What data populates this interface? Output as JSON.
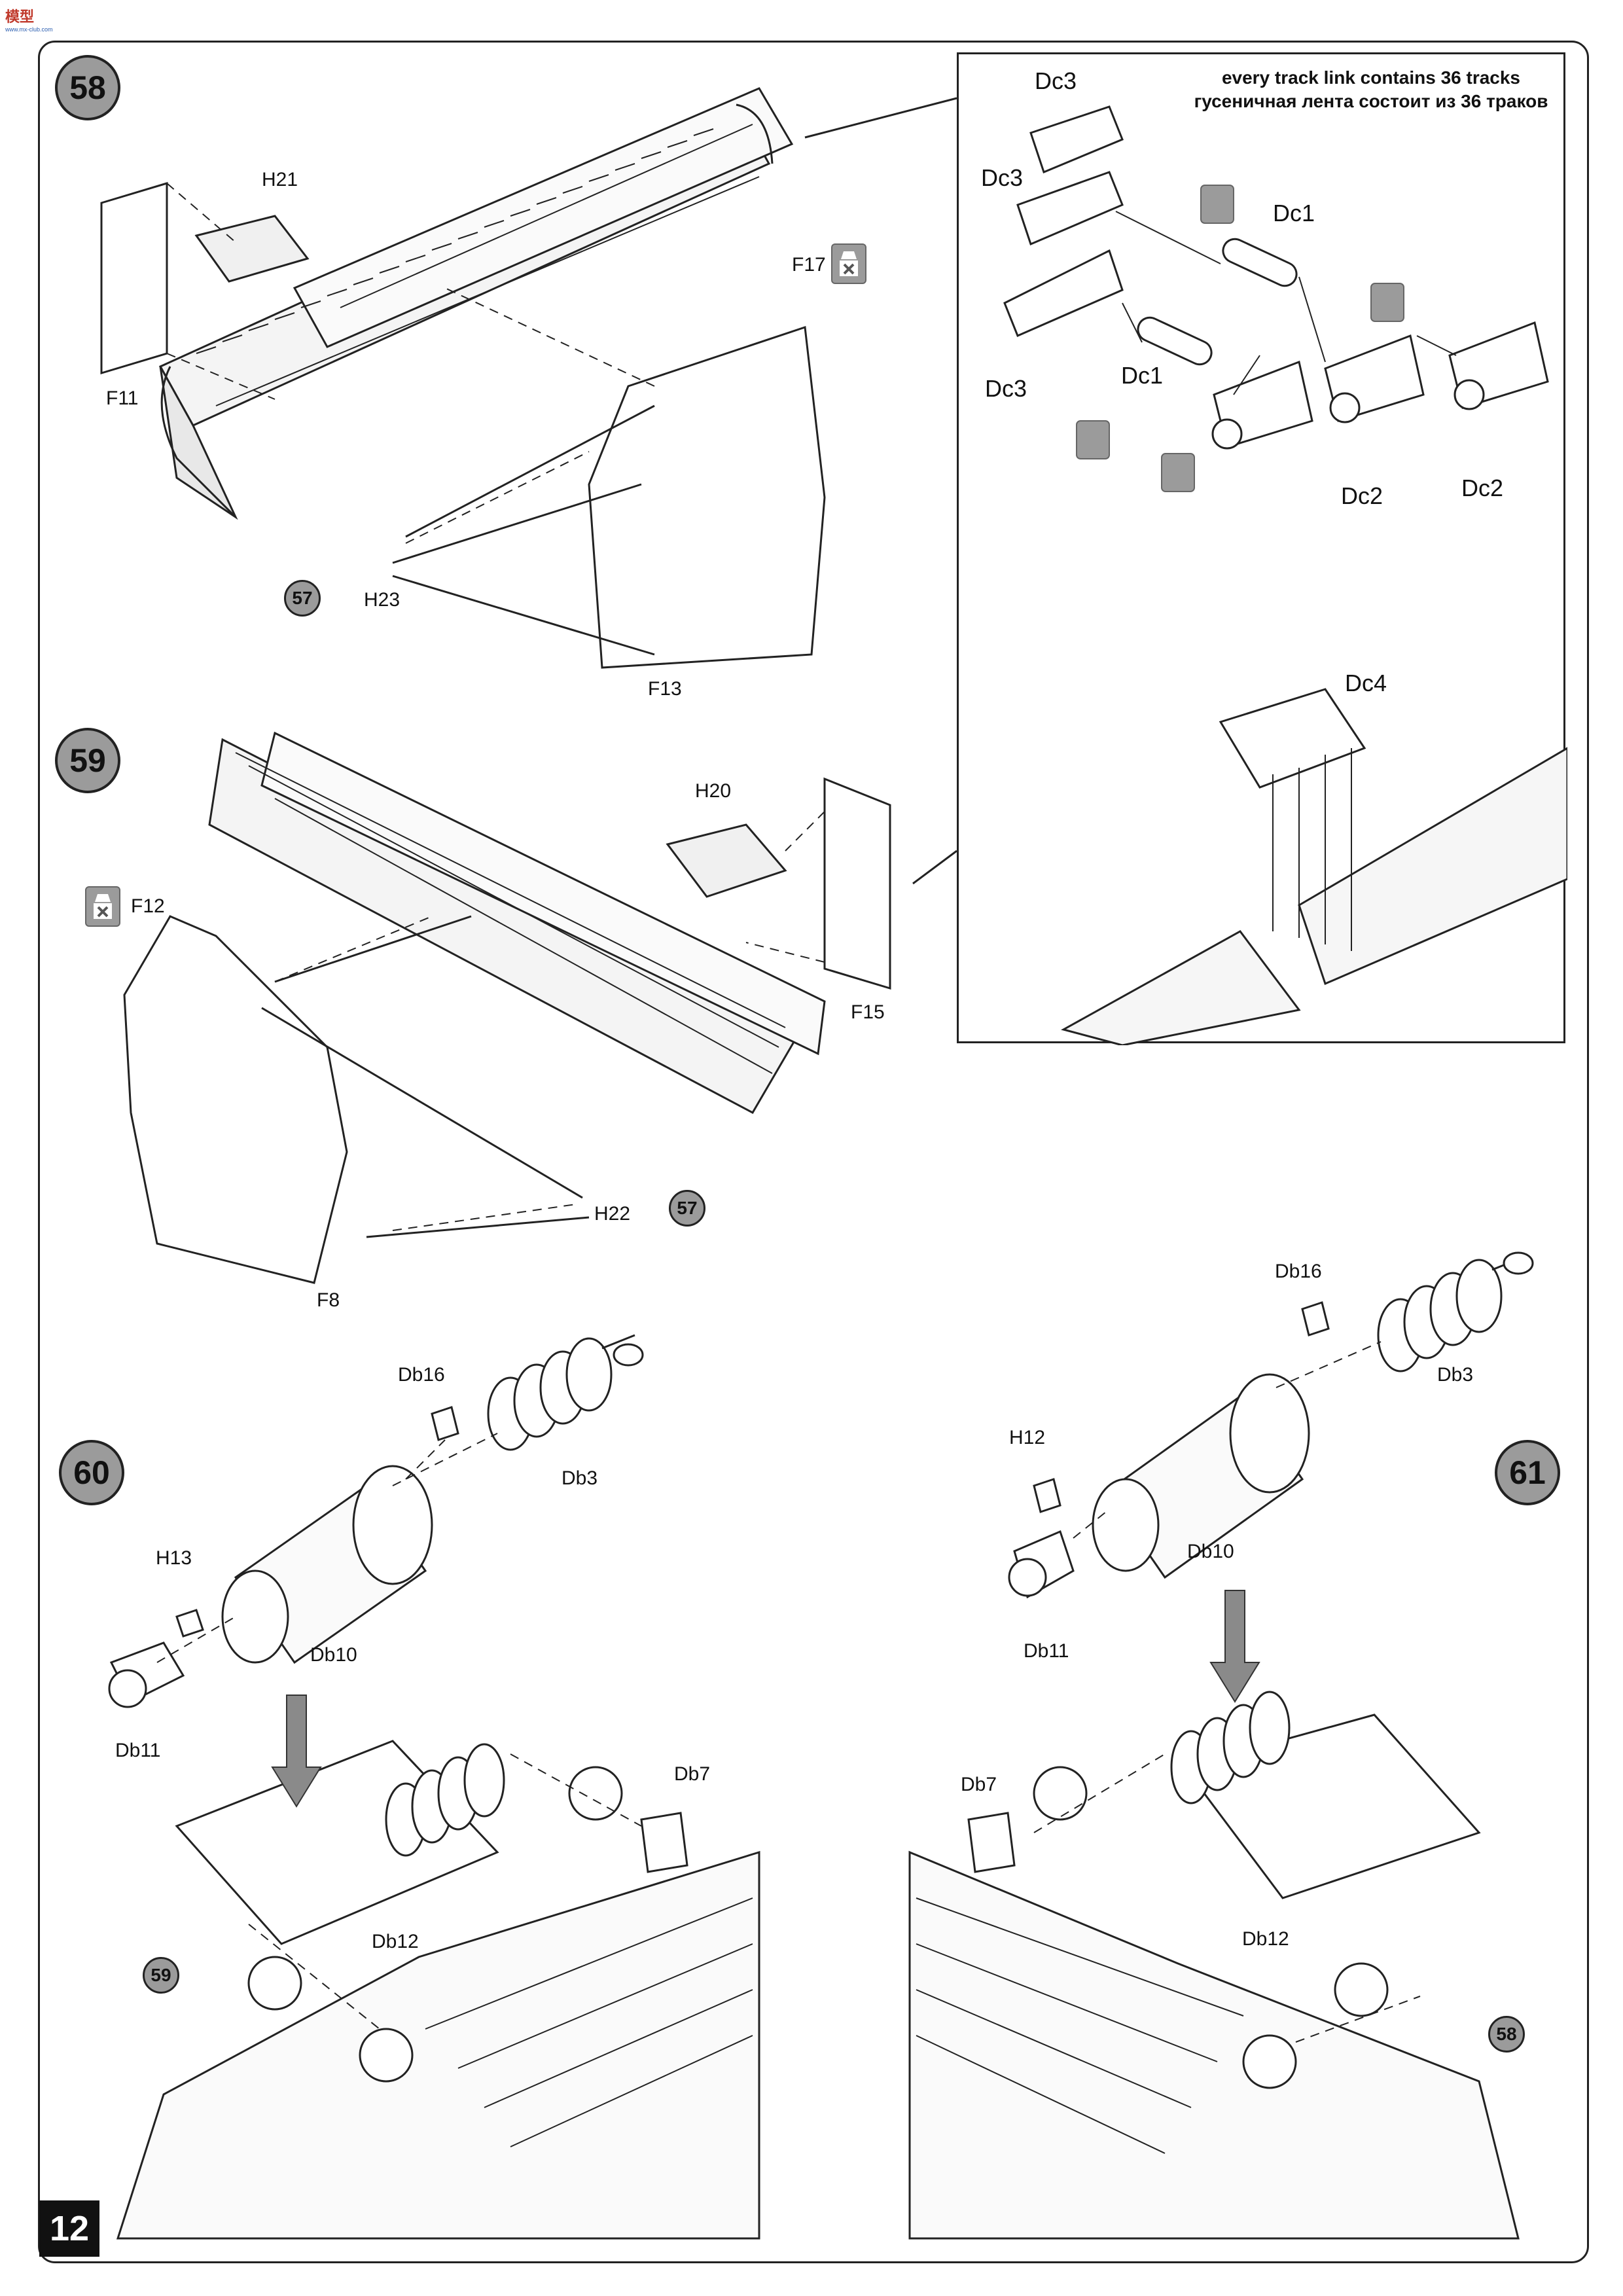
{
  "logo": {
    "text": "模型",
    "sub": "www.mx-club.com"
  },
  "page_number": "12",
  "detail_note": {
    "line1": "every track link contains 36 tracks",
    "line2": "гусеничная лента состоит из 36 траков"
  },
  "steps": {
    "s58": {
      "number": "58",
      "labels": {
        "h21": "H21",
        "f17": "F17",
        "f11": "F11",
        "h23": "H23",
        "f13": "F13"
      },
      "ref": "57"
    },
    "s59": {
      "number": "59",
      "labels": {
        "h20": "H20",
        "f12": "F12",
        "f15": "F15",
        "h22": "H22",
        "f8": "F8"
      },
      "ref": "57"
    },
    "s60": {
      "number": "60",
      "labels": {
        "db16": "Db16",
        "db3": "Db3",
        "h13": "H13",
        "db10": "Db10",
        "db11": "Db11",
        "db7": "Db7",
        "db12": "Db12"
      },
      "ref": "59"
    },
    "s61": {
      "number": "61",
      "labels": {
        "db16": "Db16",
        "db3": "Db3",
        "h12": "H12",
        "db10": "Db10",
        "db11": "Db11",
        "db7": "Db7",
        "db12": "Db12"
      },
      "ref": "58"
    }
  },
  "detail": {
    "dc3a": "Dc3",
    "dc3b": "Dc3",
    "dc3c": "Dc3",
    "dc1a": "Dc1",
    "dc1b": "Dc1",
    "dc2a": "Dc2",
    "dc2b": "Dc2",
    "dc4": "Dc4"
  },
  "colors": {
    "badge": "#9b9b9b",
    "line": "#222222",
    "arrow": "#8a8a8a"
  }
}
